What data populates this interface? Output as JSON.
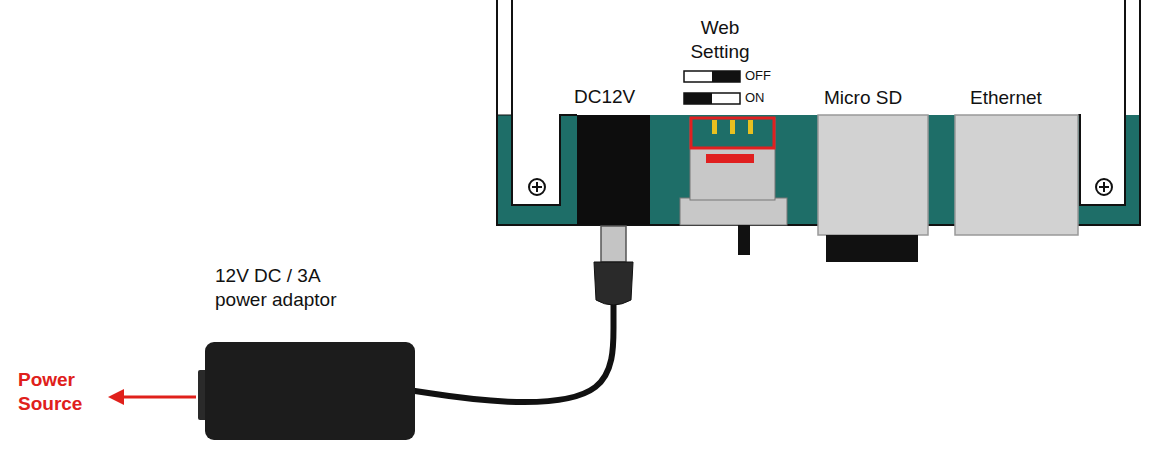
{
  "diagram": {
    "nodes": [
      {
        "text": [
          "12V DC / 3A power adaptor"
        ]
      },
      {
        "text": [
          "DC12V"
        ]
      }
    ],
    "edges": [
      {
        "from": 0,
        "to": 1,
        "arrow": "none"
      }
    ],
    "labels": [
      "Web Setting",
      "OFF",
      "ON",
      "Micro SD",
      "Ethernet",
      "Power Source"
    ]
  }
}
